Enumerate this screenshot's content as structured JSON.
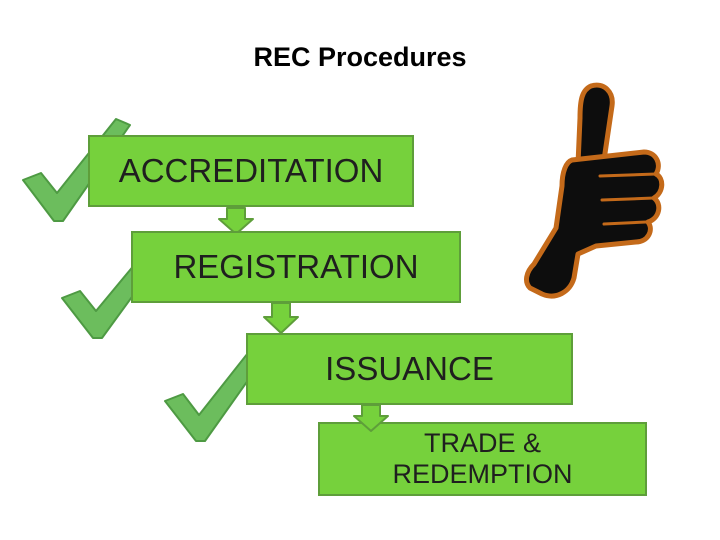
{
  "title": "REC Procedures",
  "colors": {
    "box_fill": "#76d13c",
    "box_border": "#5e9e3a",
    "check": "#6cbd5d",
    "thumb": "#0d0d0d",
    "thumb_outline": "#c46a1a"
  },
  "icons": {
    "check": "check-mark-icon",
    "thumb": "thumbs-up-icon",
    "arrow": "down-arrow-icon"
  },
  "steps": [
    {
      "lines": [
        "ACCREDITATION"
      ]
    },
    {
      "lines": [
        "REGISTRATION"
      ]
    },
    {
      "lines": [
        "ISSUANCE"
      ]
    },
    {
      "lines": [
        "TRADE &",
        "REDEMPTION"
      ]
    }
  ]
}
